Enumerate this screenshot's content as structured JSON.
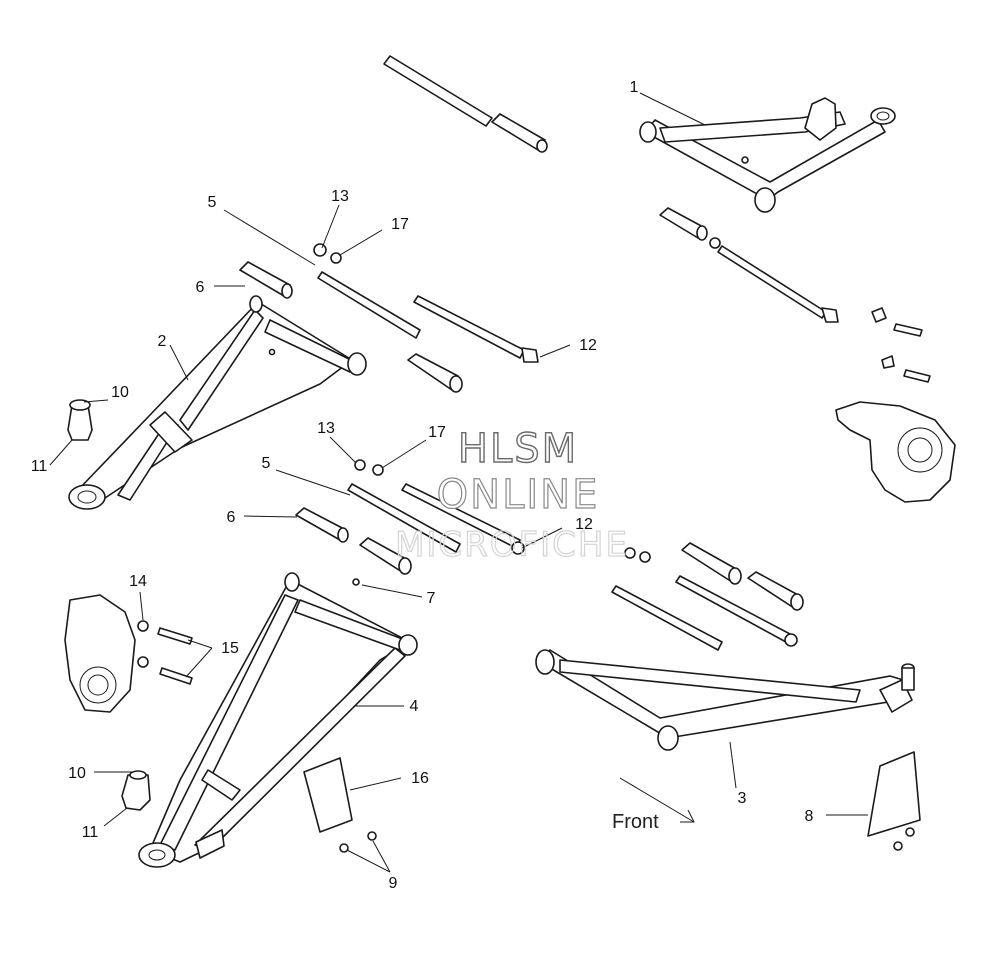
{
  "callouts": {
    "c1": "1",
    "c2": "2",
    "c3": "3",
    "c4": "4",
    "c5a": "5",
    "c5b": "5",
    "c6a": "6",
    "c6b": "6",
    "c7": "7",
    "c8": "8",
    "c9": "9",
    "c10a": "10",
    "c10b": "10",
    "c11a": "11",
    "c11b": "11",
    "c12a": "12",
    "c12b": "12",
    "c13a": "13",
    "c13b": "13",
    "c14": "14",
    "c15": "15",
    "c16": "16",
    "c17a": "17",
    "c17b": "17"
  },
  "front_label": "Front",
  "watermark": {
    "line1": "HLSM",
    "line2": "ONLINE",
    "line3": "MICROFICHE"
  },
  "colors": {
    "line": "#1a1a1a",
    "background": "#ffffff",
    "watermark": "#888888"
  }
}
